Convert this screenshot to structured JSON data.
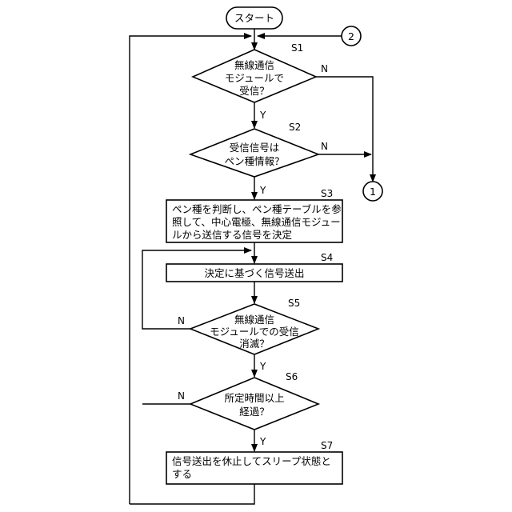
{
  "start": "スタート",
  "connectors": {
    "two": "2",
    "one": "1"
  },
  "steps": {
    "s1": {
      "id": "S1",
      "lines": [
        "無線通信",
        "モジュールで",
        "受信？"
      ]
    },
    "s2": {
      "id": "S2",
      "lines": [
        "受信信号は",
        "ペン種情報？"
      ]
    },
    "s3": {
      "id": "S3",
      "lines": [
        "ペン種を判断し、ペン種テーブルを参",
        "照して、中心電極、無線通信モジュー",
        "ルから送信する信号を決定"
      ]
    },
    "s4": {
      "id": "S4",
      "lines": [
        "決定に基づく信号送出"
      ]
    },
    "s5": {
      "id": "S5",
      "lines": [
        "無線通信",
        "モジュールでの受信",
        "消滅？"
      ]
    },
    "s6": {
      "id": "S6",
      "lines": [
        "所定時間以上",
        "経過？"
      ]
    },
    "s7": {
      "id": "S7",
      "lines": [
        "信号送出を休止してスリープ状態と",
        "する"
      ]
    }
  },
  "labels": {
    "yes": "Y",
    "no": "N"
  }
}
